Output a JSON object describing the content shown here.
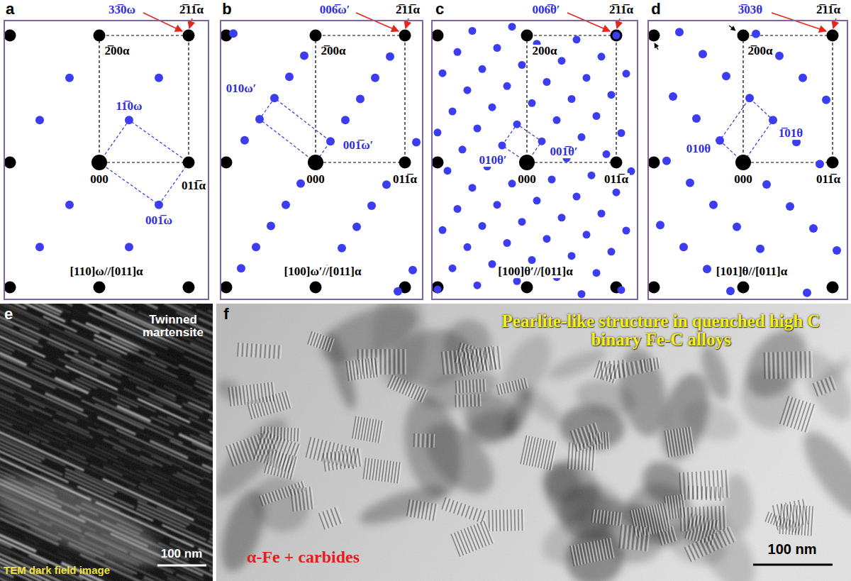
{
  "diagram": {
    "nodes": [
      {
        "text": [
          "a",
          "33̅0ω",
          "2̅11̅α",
          "2̅00α",
          "11̅0ω",
          "000",
          "011̅α",
          "001̅ω",
          "[110]ω//[011]α"
        ]
      },
      {
        "text": [
          "b",
          "006̅ω′",
          "2̅11̅α",
          "2̅00α",
          "010ω′",
          "001̅ω′",
          "000",
          "011̅α",
          "[100]ω′//[011]α"
        ]
      },
      {
        "text": [
          "c",
          "006̅θ′",
          "2̅11̅α",
          "200α",
          "010θ′",
          "001̅θ′",
          "000",
          "011̅α",
          "[100]θ′//[011]α"
        ]
      },
      {
        "text": [
          "d",
          "3̅03θ",
          "2̅11̅α",
          "2̅00α",
          "010θ",
          "1̅01θ",
          "000",
          "011̅α",
          "[101]θ//[011]α"
        ]
      },
      {
        "text": [
          "e",
          "Twinned martensite",
          "TEM dark field image",
          "100 nm"
        ]
      },
      {
        "text": [
          "f",
          "Pearlite-like structure in quenched high C binary Fe-C alloys",
          "α-Fe + carbides",
          "100 nm"
        ]
      }
    ]
  }
}
